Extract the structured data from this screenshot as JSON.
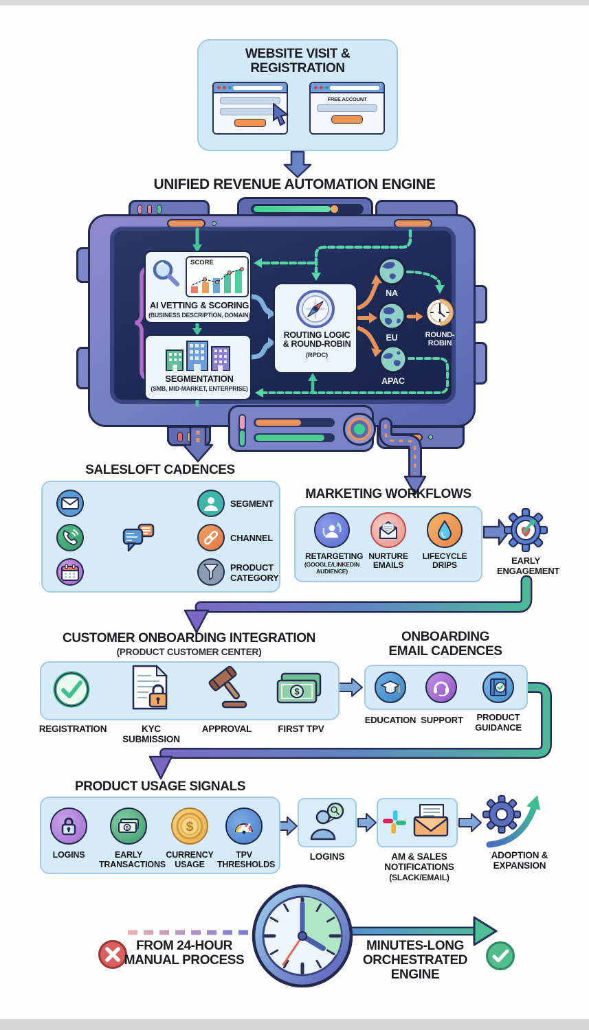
{
  "website": {
    "title": "WEBSITE VISIT &\nREGISTRATION",
    "free_account_label": "FREE ACCOUNT"
  },
  "engine": {
    "title": "UNIFIED REVENUE AUTOMATION ENGINE",
    "ai_vetting": {
      "score_label": "SCORE",
      "title": "AI VETTING & SCORING",
      "subtitle": "(BUSINESS DESCRIPTION, DOMAIN)"
    },
    "segmentation": {
      "title": "SEGMENTATION",
      "subtitle": "(SMB, MID-MARKET, ENTERPRISE)"
    },
    "routing": {
      "title": "ROUTING LOGIC\n& ROUND-ROBIN",
      "subtitle": "(RPDC)"
    },
    "regions": [
      {
        "label": "NA"
      },
      {
        "label": "EU"
      },
      {
        "label": "APAC"
      }
    ],
    "round_robin_label": "ROUND-\nROBIN"
  },
  "salesloft": {
    "title": "SALESLOFT CADENCES",
    "outputs": [
      {
        "label": "SEGMENT"
      },
      {
        "label": "CHANNEL"
      },
      {
        "label": "PRODUCT\nCATEGORY"
      }
    ]
  },
  "marketing": {
    "title": "MARKETING WORKFLOWS",
    "items": [
      {
        "label": "RETARGETING",
        "sublabel": "(GOOGLE/LINKEDIN\nAUDIENCE)"
      },
      {
        "label": "NURTURE\nEMAILS",
        "sublabel": ""
      },
      {
        "label": "LIFECYCLE\nDRIPS",
        "sublabel": ""
      }
    ],
    "early_engagement_label": "EARLY\nENGAGEMENT"
  },
  "onboarding": {
    "title": "CUSTOMER ONBOARDING INTEGRATION",
    "subtitle": "(PRODUCT CUSTOMER CENTER)",
    "steps": [
      {
        "label": "REGISTRATION"
      },
      {
        "label": "KYC\nSUBMISSION"
      },
      {
        "label": "APPROVAL"
      },
      {
        "label": "FIRST TPV"
      }
    ]
  },
  "email_cadences": {
    "title": "ONBOARDING\nEMAIL CADENCES",
    "items": [
      {
        "label": "EDUCATION"
      },
      {
        "label": "SUPPORT"
      },
      {
        "label": "PRODUCT\nGUIDANCE"
      }
    ]
  },
  "usage": {
    "title": "PRODUCT USAGE SIGNALS",
    "signals": [
      {
        "label": "LOGINS"
      },
      {
        "label": "EARLY\nTRANSACTIONS"
      },
      {
        "label": "CURRENCY\nUSAGE"
      },
      {
        "label": "TPV\nTHRESHOLDS"
      }
    ],
    "logins_label": "LOGINS",
    "notifications_label": "AM & SALES\nNOTIFICATIONS",
    "notifications_sublabel": "(SLACK/EMAIL)",
    "adoption_label": "ADOPTION &\nEXPANSION"
  },
  "footer": {
    "from_label": "FROM 24-HOUR\nMANUAL PROCESS",
    "to_label": "MINUTES-LONG\nORCHESTRATED ENGINE"
  },
  "colors": {
    "panel_bg": "#d5ebfa",
    "panel_border": "#a5c9e4",
    "machine_body": "#6e7abc",
    "screen_bg": "#1e2a56",
    "teal": "#45c79e",
    "orange": "#e8935a",
    "steel_arrow": "#7fa8d8",
    "violet": "#7b68c4",
    "red": "#db5f5f",
    "green": "#52bd8a",
    "gold": "#f5c968"
  }
}
